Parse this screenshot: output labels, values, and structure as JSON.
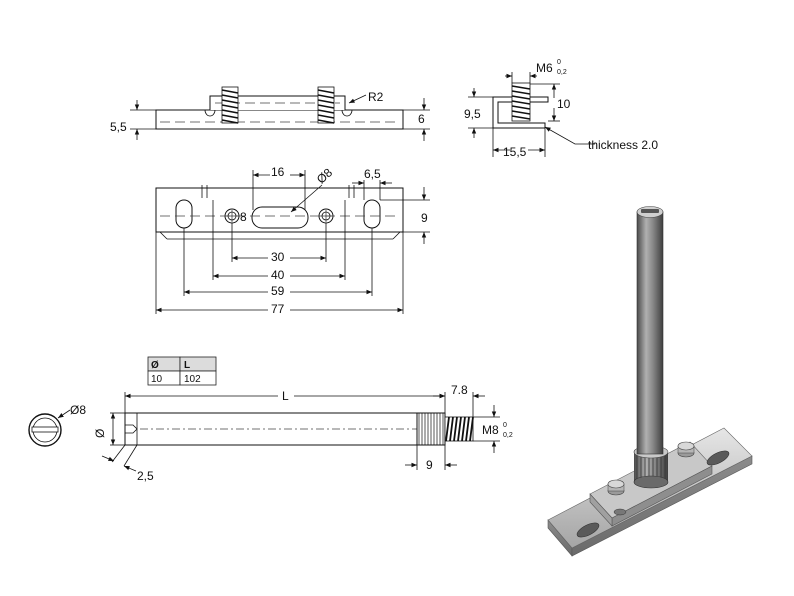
{
  "side_view": {
    "r2": "R2",
    "h55": "5,5",
    "h6": "6"
  },
  "end_view": {
    "m6": "M6",
    "m6_tol_top": "0",
    "m6_tol_bot": "0,2",
    "h10": "10",
    "h95": "9,5",
    "w155": "15,5",
    "thickness": "thickness 2.0"
  },
  "plan_view": {
    "d16": "16",
    "d8dia": "Ø8",
    "d65": "6,5",
    "d8": "8",
    "d9": "9",
    "d30": "30",
    "d40": "40",
    "d59": "59",
    "d77": "77"
  },
  "pin_table": {
    "h1": "Ø",
    "h2": "L",
    "v1": "10",
    "v2": "102"
  },
  "pin_view": {
    "end_dia": "Ø8",
    "dia": "Ø",
    "len": "L",
    "d78": "7.8",
    "m8": "M8",
    "m8_tol_top": "0",
    "m8_tol_bot": "0,2",
    "d9": "9",
    "d25": "2,5"
  }
}
